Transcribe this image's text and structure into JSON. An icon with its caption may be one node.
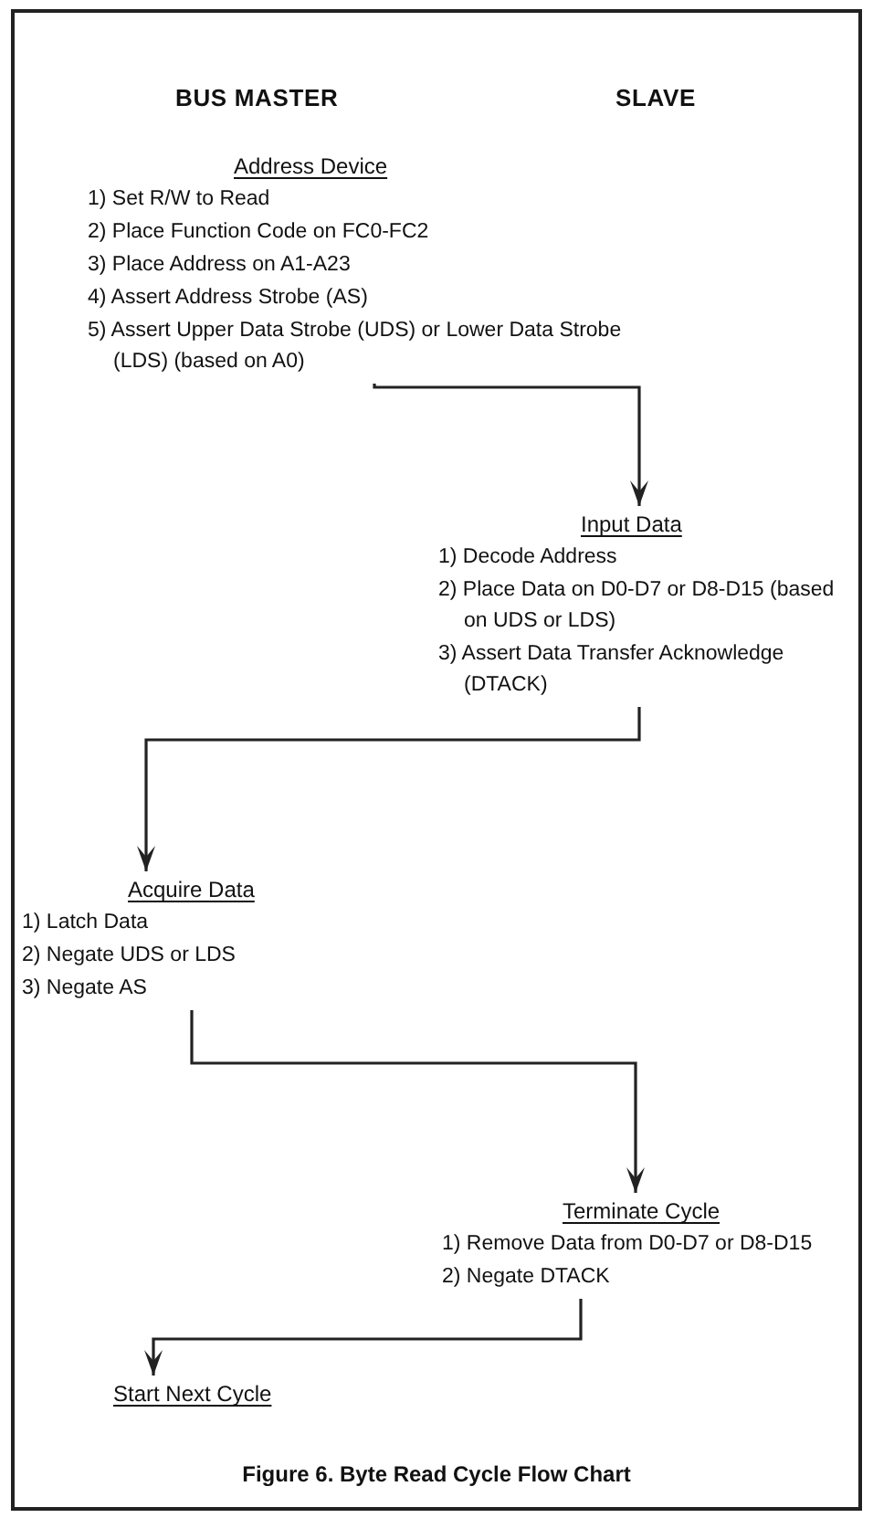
{
  "diagram": {
    "caption": "Figure 6. Byte Read Cycle Flow Chart",
    "nodes": [
      {
        "text": [
          "Address Device",
          "1) Set R/W to Read",
          "2) Place Function Code on FC0-FC2",
          "3) Place Address on A1-A23",
          "4) Assert Address Strobe (AS)",
          "5) Assert Upper Data Strobe (UDS) or Lower Data Strobe (LDS) (based on A0)"
        ]
      },
      {
        "text": [
          "Input Data",
          "1) Decode Address",
          "2) Place Data on D0-D7 or D8-D15 (based on UDS or LDS)",
          "3) Assert Data Transfer Acknowledge (DTACK)"
        ]
      },
      {
        "text": [
          "Acquire Data",
          "1) Latch Data",
          "2) Negate UDS or LDS",
          "3) Negate AS"
        ]
      },
      {
        "text": [
          "Terminate Cycle",
          "1) Remove Data from D0-D7 or D8-D15",
          "2) Negate DTACK"
        ]
      },
      {
        "text": [
          "Start Next Cycle"
        ]
      }
    ],
    "edges": [
      {
        "from": 0,
        "to": 1,
        "arrow": "to"
      },
      {
        "from": 1,
        "to": 2,
        "arrow": "to"
      },
      {
        "from": 2,
        "to": 3,
        "arrow": "to"
      },
      {
        "from": 3,
        "to": 4,
        "arrow": "to"
      }
    ],
    "labels": [
      "BUS MASTER",
      "SLAVE"
    ]
  }
}
